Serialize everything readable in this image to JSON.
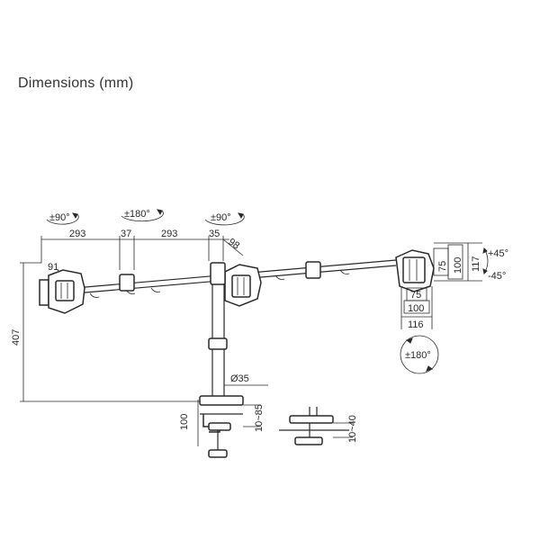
{
  "title": "Dimensions (mm)",
  "rotation_labels": {
    "left_monitor": "±90°",
    "arm_swivel": "±180°",
    "center_monitor": "±90°",
    "right_monitor_rotation": "±180°"
  },
  "tilt_labels": {
    "up": "+45°",
    "down": "-45°"
  },
  "dimensions": {
    "arm_left": "293",
    "arm_joint": "37",
    "arm_right": "293",
    "center_offset": "35",
    "center_angle": "98",
    "left_angle": "91",
    "total_height": "407",
    "pole_diameter": "Ø35",
    "clamp_height": "100",
    "clamp_range": "10~85",
    "grommet_range": "10~40",
    "vesa_75_v": "75",
    "vesa_100_v": "100",
    "plate_height": "117",
    "vesa_75_h": "75",
    "vesa_100_h": "100",
    "plate_width": "116"
  }
}
